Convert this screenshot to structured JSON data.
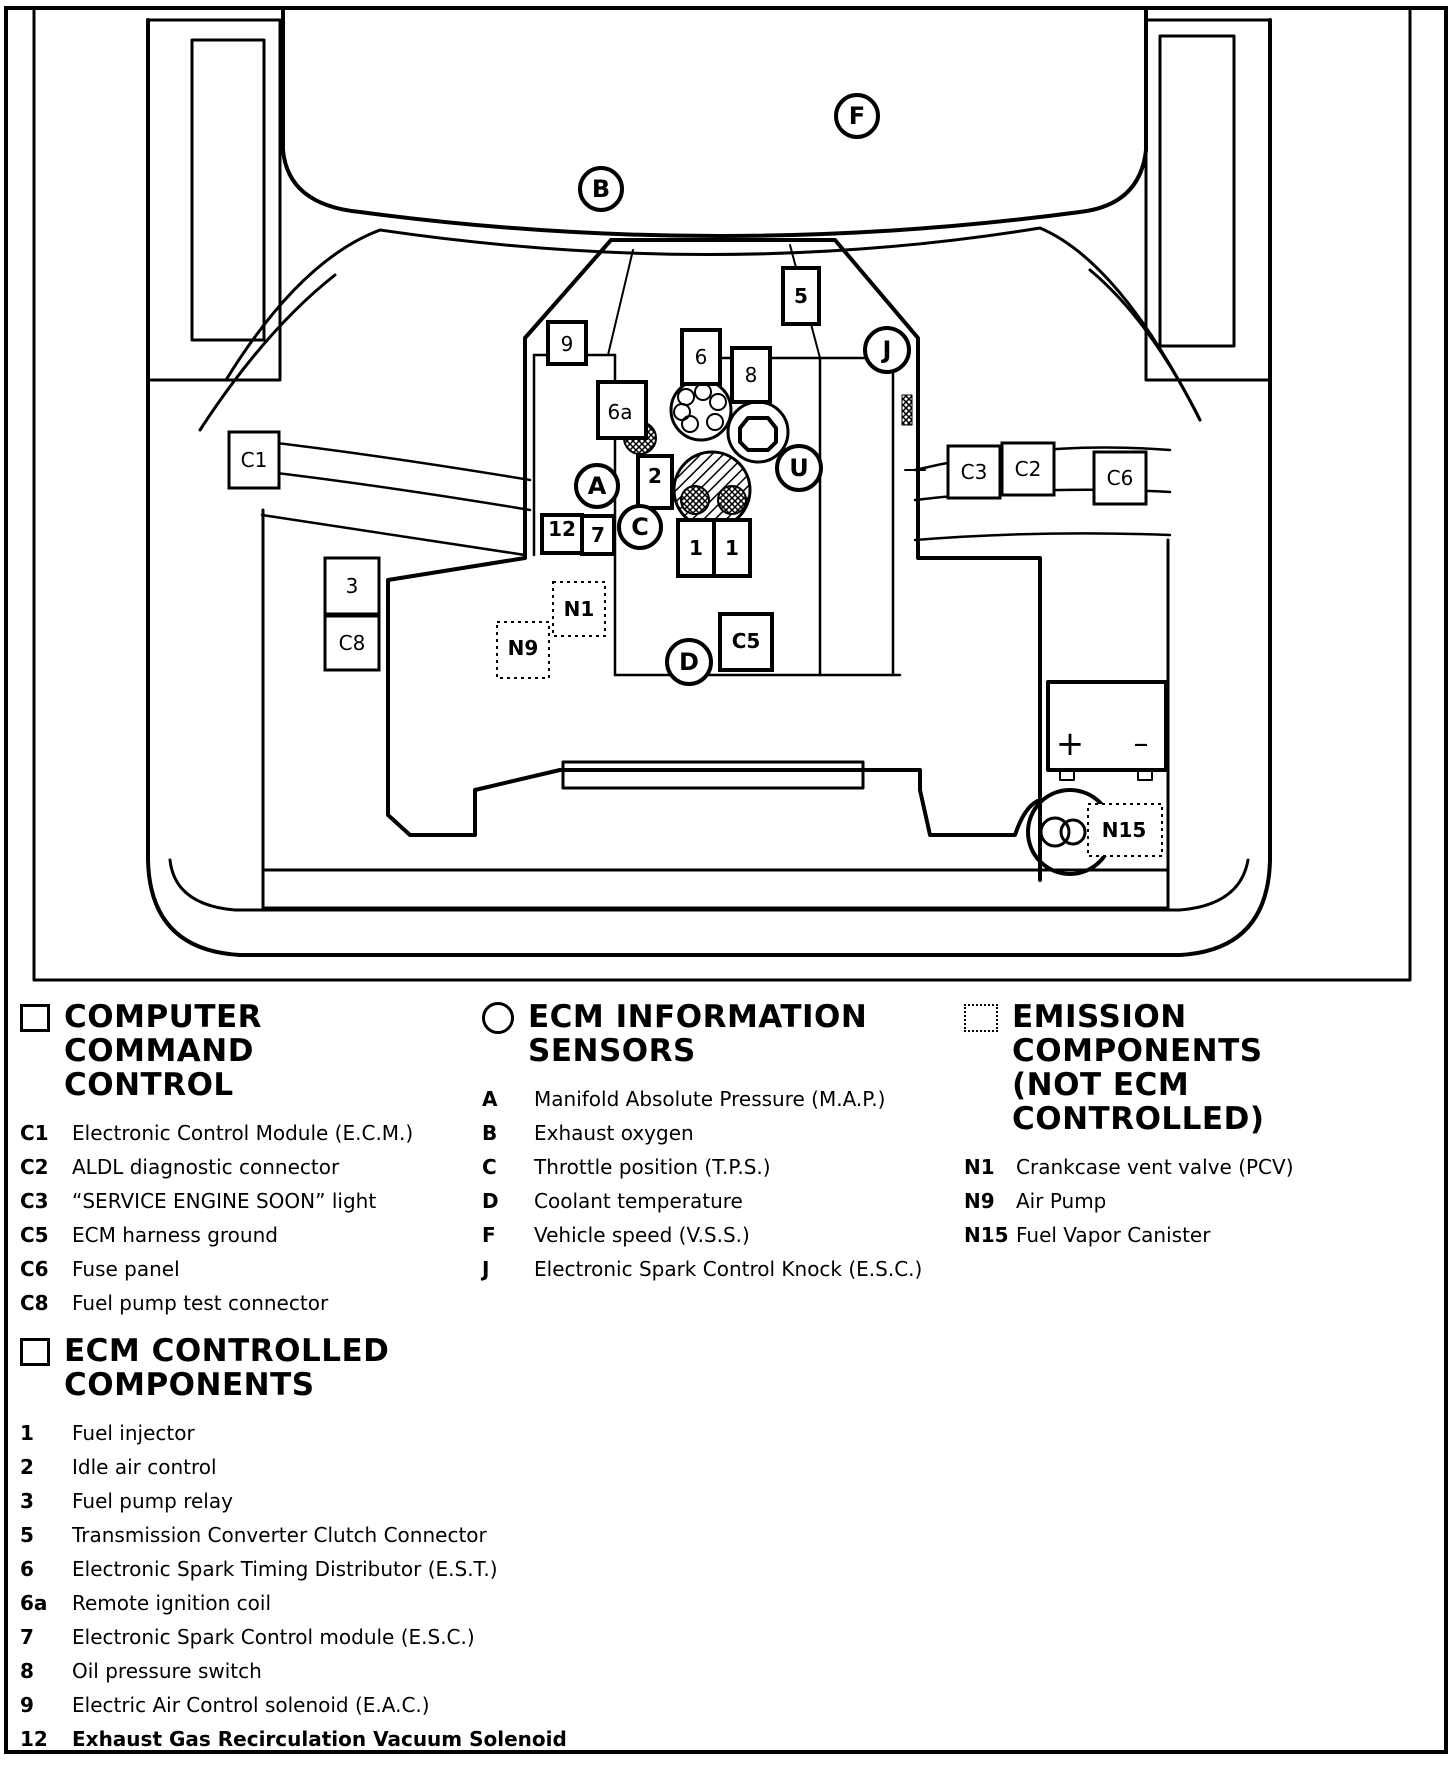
{
  "diagram": {
    "labels": {
      "box_c1": "C1",
      "box_c2": "C2",
      "box_c3": "C3",
      "box_c5": "C5",
      "box_c6": "C6",
      "box_c8": "C8",
      "box_3": "3",
      "box_5": "5",
      "box_6": "6",
      "box_6a": "6a",
      "box_7": "7",
      "box_8": "8",
      "box_9": "9",
      "box_12": "12",
      "box_2": "2",
      "box_1a": "1",
      "box_1b": "1",
      "box_n1": "N1",
      "box_n9": "N9",
      "box_n15": "N15",
      "circle_a": "A",
      "circle_b": "B",
      "circle_c": "C",
      "circle_d": "D",
      "circle_f": "F",
      "circle_j": "J",
      "circle_u": "U",
      "battery_plus": "+",
      "battery_minus": "–"
    }
  },
  "legend": {
    "computer_command_control": {
      "title_line1": "COMPUTER COMMAND",
      "title_line2": "CONTROL",
      "items": [
        {
          "code": "C1",
          "desc": "Electronic Control Module (E.C.M.)"
        },
        {
          "code": "C2",
          "desc": "ALDL diagnostic connector"
        },
        {
          "code": "C3",
          "desc": "“SERVICE ENGINE SOON” light"
        },
        {
          "code": "C5",
          "desc": "ECM harness ground"
        },
        {
          "code": "C6",
          "desc": "Fuse panel"
        },
        {
          "code": "C8",
          "desc": "Fuel pump test connector"
        }
      ]
    },
    "ecm_information_sensors": {
      "title_line1": "ECM INFORMATION",
      "title_line2": "SENSORS",
      "items": [
        {
          "code": "A",
          "desc": "Manifold Absolute Pressure (M.A.P.)"
        },
        {
          "code": "B",
          "desc": "Exhaust oxygen"
        },
        {
          "code": "C",
          "desc": "Throttle position (T.P.S.)"
        },
        {
          "code": "D",
          "desc": "Coolant temperature"
        },
        {
          "code": "F",
          "desc": "Vehicle speed (V.S.S.)"
        },
        {
          "code": "J",
          "desc": "Electronic Spark Control Knock (E.S.C.)"
        }
      ]
    },
    "emission_components": {
      "title_line1": "EMISSION COMPONENTS",
      "title_line2": "(NOT ECM CONTROLLED)",
      "items": [
        {
          "code": "N1",
          "desc": "Crankcase vent valve (PCV)"
        },
        {
          "code": "N9",
          "desc": "Air Pump"
        },
        {
          "code": "N15",
          "desc": "Fuel Vapor Canister"
        }
      ]
    },
    "ecm_controlled_components": {
      "title_line1": "ECM CONTROLLED",
      "title_line2": "COMPONENTS",
      "items": [
        {
          "code": "1",
          "desc": "Fuel injector"
        },
        {
          "code": "2",
          "desc": "Idle air control"
        },
        {
          "code": "3",
          "desc": "Fuel pump relay"
        },
        {
          "code": "5",
          "desc": "Transmission Converter Clutch Connector"
        },
        {
          "code": "6",
          "desc": "Electronic Spark Timing Distributor (E.S.T.)"
        },
        {
          "code": "6a",
          "desc": "Remote ignition coil"
        },
        {
          "code": "7",
          "desc": "Electronic Spark Control module (E.S.C.)"
        },
        {
          "code": "8",
          "desc": "Oil pressure switch"
        },
        {
          "code": "9",
          "desc": "Electric Air Control solenoid (E.A.C.)"
        },
        {
          "code": "12",
          "desc": "Exhaust Gas Recirculation Vacuum Solenoid"
        }
      ]
    }
  }
}
